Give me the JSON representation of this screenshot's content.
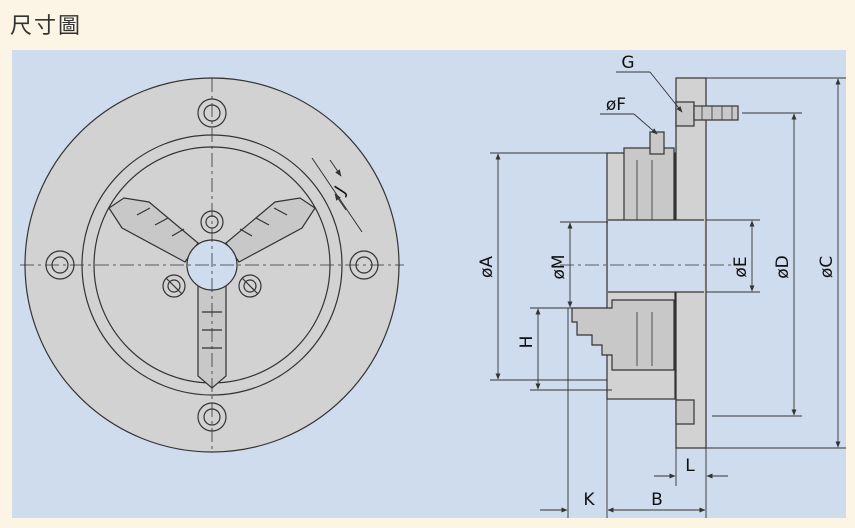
{
  "title": "尺寸圖",
  "colors": {
    "background": "#fcf4e4",
    "panel": "#cfdcee",
    "body": "#d2d2d2",
    "line": "#333333",
    "text": "#111111"
  },
  "dimension_labels": {
    "j": "J",
    "g": "G",
    "f": "øF",
    "a": "øA",
    "m": "øM",
    "e": "øE",
    "d": "øD",
    "c": "øC",
    "h": "H",
    "l": "L",
    "k": "K",
    "b": "B"
  }
}
